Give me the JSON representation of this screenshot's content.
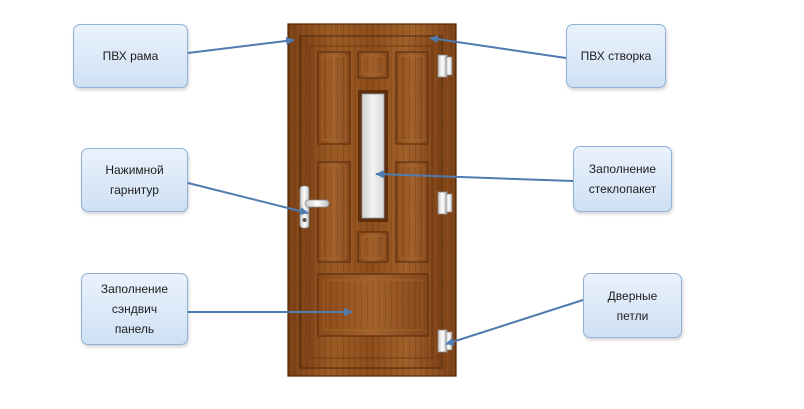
{
  "labels": {
    "pvc_frame": "ПВХ рама",
    "pvc_sash": "ПВХ створка",
    "handle_set": "Нажимной\nгарнитур",
    "glazing": "Заполнение\nстеклопакет",
    "sandwich_panel": "Заполнение\nсэндвич\nпанель",
    "door_hinges": "Дверные\nпетли"
  },
  "colors": {
    "wood": "#8e4f1c",
    "wood_dark": "#5e3010",
    "arrow": "#4f7bb0",
    "box_border": "#8fb2d6"
  }
}
